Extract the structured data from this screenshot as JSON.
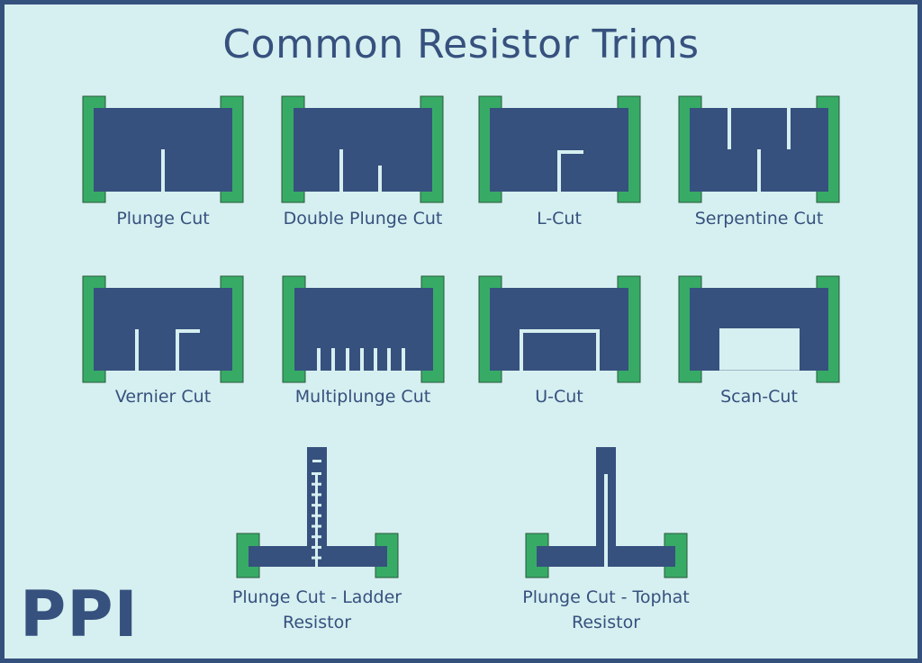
{
  "title": "Common Resistor Trims",
  "logo": "PPI",
  "colors": {
    "background": "#d6eff0",
    "border": "#34507d",
    "resistor_body": "#36517e",
    "terminal": "#37ab66",
    "terminal_outline": "#2a5a3c",
    "cut": "#d6eff0",
    "text": "#36517e"
  },
  "trims": [
    {
      "id": "plunge-cut",
      "label": "Plunge Cut"
    },
    {
      "id": "double-plunge-cut",
      "label": "Double Plunge Cut"
    },
    {
      "id": "l-cut",
      "label": "L-Cut"
    },
    {
      "id": "serpentine-cut",
      "label": "Serpentine Cut"
    },
    {
      "id": "vernier-cut",
      "label": "Vernier Cut"
    },
    {
      "id": "multiplunge-cut",
      "label": "Multiplunge Cut"
    },
    {
      "id": "u-cut",
      "label": "U-Cut"
    },
    {
      "id": "scan-cut",
      "label": "Scan-Cut"
    },
    {
      "id": "ladder-resistor",
      "label_line1": "Plunge Cut - Ladder",
      "label_line2": "Resistor"
    },
    {
      "id": "tophat-resistor",
      "label_line1": "Plunge Cut - Tophat",
      "label_line2": "Resistor"
    }
  ]
}
